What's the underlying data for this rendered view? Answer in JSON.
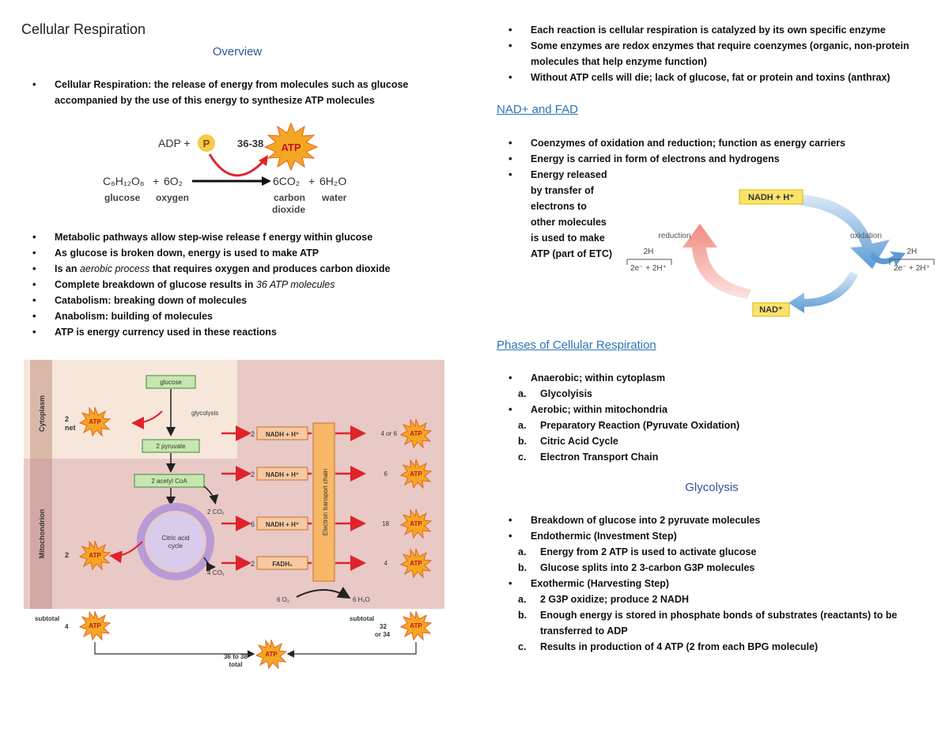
{
  "title": "Cellular Respiration",
  "overview": {
    "heading": "Overview",
    "intro": "Cellular Respiration: the release of energy from molecules such as glucose accompanied by the use of this energy to synthesize ATP molecules",
    "bullets": [
      {
        "text": "Metabolic pathways allow step-wise release f energy within glucose"
      },
      {
        "text": "As glucose is broken down, energy is used to make ATP"
      },
      {
        "pre": "Is an ",
        "em": "aerobic process",
        "post": " that requires oxygen and produces carbon dioxide"
      },
      {
        "pre": "Complete breakdown of glucose results in ",
        "em": "36 ATP molecules",
        "post": ""
      },
      {
        "text": "Catabolism: breaking down of molecules"
      },
      {
        "text": "Anabolism: building of molecules"
      },
      {
        "text": "ATP is energy currency used in these reactions"
      }
    ]
  },
  "equation_figure": {
    "adp": "ADP +",
    "p": "P",
    "atp_count": "36-38",
    "atp": "ATP",
    "glucose_formula": "C₆H₁₂O₆",
    "plus1": "+",
    "oxygen_formula": "6O₂",
    "co2_formula": "6CO₂",
    "plus2": "+",
    "water_formula": "6H₂O",
    "glucose_label": "glucose",
    "oxygen_label": "oxygen",
    "carbon_label": "carbon",
    "dioxide_label": "dioxide",
    "water_label": "water"
  },
  "pathway_figure": {
    "cytoplasm": "Cytoplasm",
    "mitochondrion": "Mitochondrion",
    "glucose": "glucose",
    "glycolysis": "glycolysis",
    "pyruvate": "2 pyruvate",
    "acetyl": "2 acetyl CoA",
    "co2_a": "2 CO₂",
    "co2_b": "4 CO₂",
    "citric1": "Citric acid",
    "citric2": "cycle",
    "net_num": "2",
    "net_label": "net",
    "mito_atp_num": "2",
    "carriers": [
      {
        "num": "2",
        "name": "NADH + H⁺",
        "yield": "4 or 6"
      },
      {
        "num": "2",
        "name": "NADH + H⁺",
        "yield": "6"
      },
      {
        "num": "6",
        "name": "NADH + H⁺",
        "yield": "18"
      },
      {
        "num": "2",
        "name": "FADH₂",
        "yield": "4"
      }
    ],
    "etc": "Electron transport chain",
    "o2": "6 O₂",
    "h2o": "6 H₂O",
    "subtotal": "subtotal",
    "sub_left": "4",
    "sub_right1": "32",
    "sub_right2": "or 34",
    "total1": "36 to 38",
    "total2": "total",
    "atp": "ATP"
  },
  "right_top": {
    "bullets": [
      "Each reaction is cellular respiration is catalyzed by its own specific enzyme",
      "Some enzymes are redox enzymes that require coenzymes (organic, non-protein molecules that help enzyme function)",
      "Without ATP cells will die; lack of glucose, fat or protein and toxins (anthrax)"
    ]
  },
  "nad": {
    "heading": "NAD+ and FAD",
    "bullets": [
      "Coenzymes of oxidation and reduction; function as energy carriers",
      "Energy is carried in form of electrons and hydrogens"
    ],
    "released_lines": [
      "Energy released",
      "by transfer of",
      "electrons to",
      "other molecules",
      "is used to make",
      "ATP (part of ETC)"
    ],
    "figure": {
      "nadh": "NADH + H⁺",
      "nad": "NAD⁺",
      "reduction": "reduction",
      "oxidation": "oxidation",
      "h_left": "2H",
      "e_left": "2e⁻ + 2H⁺",
      "h_right": "2H",
      "e_right": "2e⁻ + 2H⁺"
    }
  },
  "phases": {
    "heading": "Phases of Cellular Respiration",
    "anaerobic": "Anaerobic; within cytoplasm",
    "anaerobic_sub": [
      {
        "m": "a.",
        "t": "Glycolyisis"
      }
    ],
    "aerobic": "Aerobic; within mitochondria",
    "aerobic_sub": [
      {
        "m": "a.",
        "t": "Preparatory Reaction (Pyruvate Oxidation)"
      },
      {
        "m": "b.",
        "t": "Citric Acid Cycle"
      },
      {
        "m": "c.",
        "t": "Electron Transport Chain"
      }
    ]
  },
  "glycolysis": {
    "heading": "Glycolysis",
    "b1": "Breakdown of glucose into 2 pyruvate molecules",
    "b2": "Endothermic (Investment Step)",
    "b2_sub": [
      {
        "m": "a.",
        "t": "Energy from 2 ATP is used to activate glucose"
      },
      {
        "m": "b.",
        "t": "Glucose splits into 2 3-carbon G3P molecules"
      }
    ],
    "b3": "Exothermic (Harvesting Step)",
    "b3_sub": [
      {
        "m": "a.",
        "t": "2 G3P oxidize; produce 2 NADH"
      },
      {
        "m": "b.",
        "t": "Enough energy is stored in phosphate bonds of substrates (reactants) to be transferred to ADP"
      },
      {
        "m": "c.",
        "t": "Results in production of 4 ATP (2 from each BPG molecule)"
      }
    ]
  }
}
